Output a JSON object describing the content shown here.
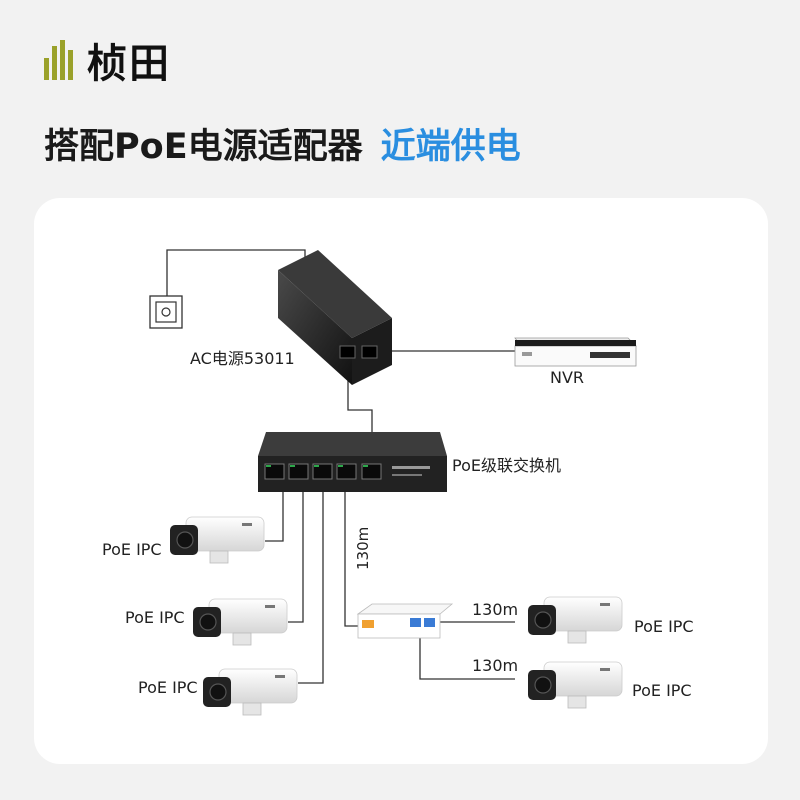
{
  "brand": {
    "name": "桢田",
    "color": "#9aa12a"
  },
  "headline": {
    "main": "搭配PoE电源适配器",
    "accent": "近端供电",
    "accent_color": "#2a8ee0"
  },
  "labels": {
    "adapter": "AC电源53011",
    "nvr": "NVR",
    "switch": "PoE级联交换机",
    "cable_vertical": "130m",
    "cable_top": "130m",
    "cable_bottom": "130m",
    "ipc_1": "PoE IPC",
    "ipc_2": "PoE IPC",
    "ipc_3": "PoE IPC",
    "ipc_4": "PoE IPC",
    "ipc_5": "PoE IPC"
  }
}
